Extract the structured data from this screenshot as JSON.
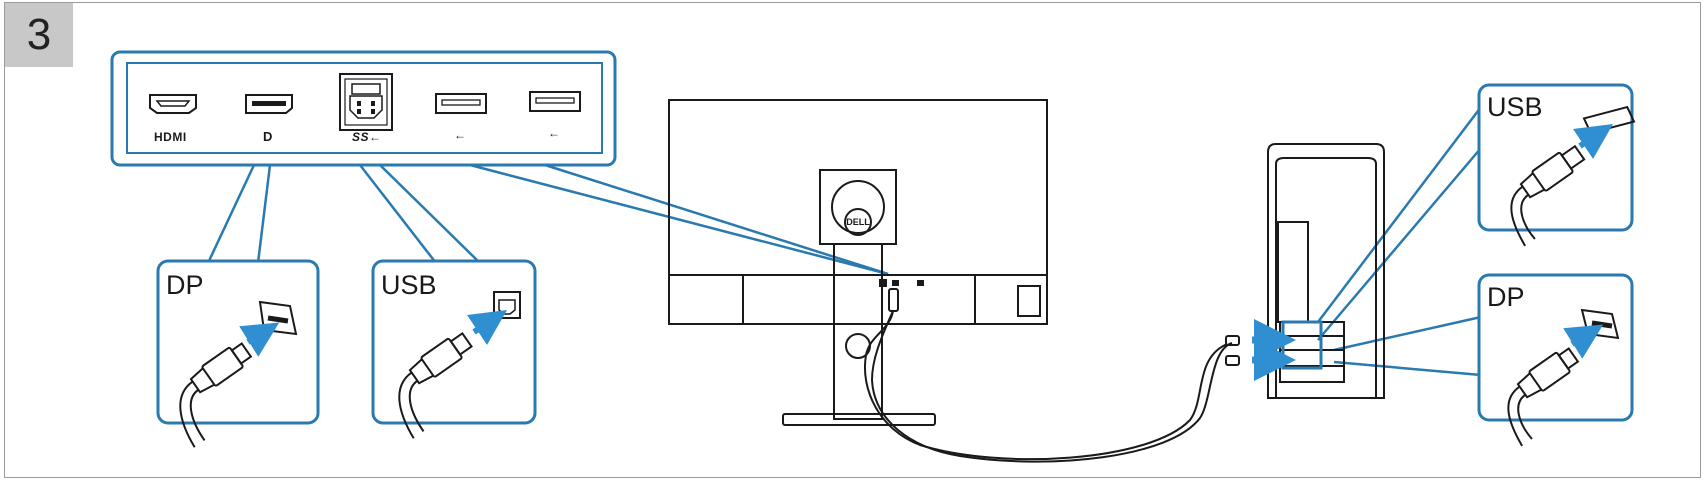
{
  "step": {
    "number": "3"
  },
  "port_panel": {
    "ports": [
      {
        "name": "hdmi-port",
        "label": "HDMI"
      },
      {
        "name": "displayport-port",
        "label": "D"
      },
      {
        "name": "usb-upstream-port",
        "label": "SS←"
      },
      {
        "name": "usb-downstream-port-1",
        "label": "←"
      },
      {
        "name": "usb-downstream-port-2",
        "label": "←"
      }
    ]
  },
  "callouts": {
    "monitor_dp": {
      "label": "DP"
    },
    "monitor_usb": {
      "label": "USB"
    },
    "pc_usb": {
      "label": "USB"
    },
    "pc_dp": {
      "label": "DP"
    }
  },
  "monitor": {
    "logo": "DELL"
  },
  "colors": {
    "accent": "#2a7ab0",
    "line": "#1a1a1a",
    "arrow": "#2f8fd0"
  }
}
